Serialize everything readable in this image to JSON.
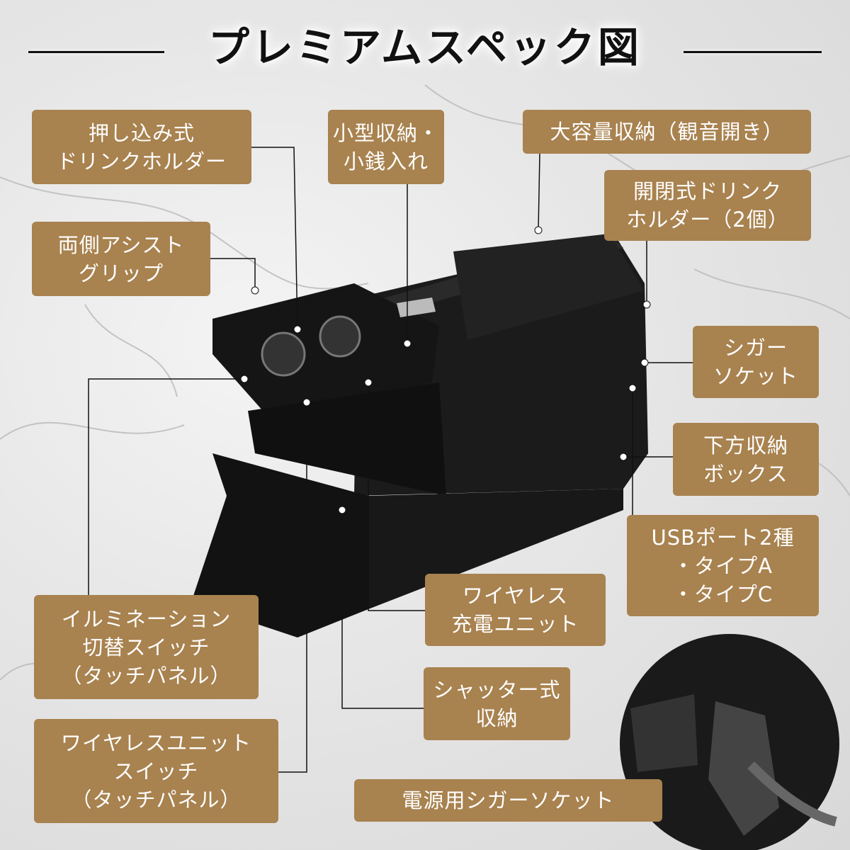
{
  "title": "プレミアムスペック図",
  "colors": {
    "label_bg": "#a8824f",
    "label_text": "#ffffff",
    "title": "#111111"
  },
  "labels": {
    "push_holder": "押し込み式\nドリンクホルダー",
    "small_storage": "小型収納・\n小銭入れ",
    "large_storage": "大容量収納（観音開き）",
    "open_holder": "開閉式ドリンク\nホルダー（2個）",
    "assist_grip": "両側アシスト\nグリップ",
    "cigar_socket": "シガー\nソケット",
    "lower_box": "下方収納\nボックス",
    "usb": "USBポート2種\n・タイプA\n・タイプC",
    "wireless_charger": "ワイヤレス\n充電ユニット",
    "illumination": "イルミネーション\n切替スイッチ\n（タッチパネル）",
    "shutter": "シャッター式\n収納",
    "wireless_switch": "ワイヤレスユニット\nスイッチ\n（タッチパネル）",
    "power_socket": "電源用シガーソケット"
  }
}
